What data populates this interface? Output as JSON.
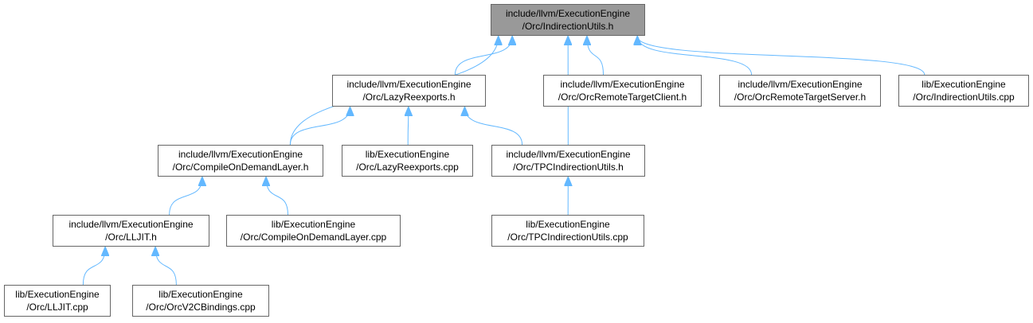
{
  "graph": {
    "root": {
      "line1": "include/llvm/ExecutionEngine",
      "line2": "/Orc/IndirectionUtils.h"
    },
    "nodes": {
      "lazy_reexports_h": {
        "line1": "include/llvm/ExecutionEngine",
        "line2": "/Orc/LazyReexports.h"
      },
      "orc_remote_target_client_h": {
        "line1": "include/llvm/ExecutionEngine",
        "line2": "/Orc/OrcRemoteTargetClient.h"
      },
      "orc_remote_target_server_h": {
        "line1": "include/llvm/ExecutionEngine",
        "line2": "/Orc/OrcRemoteTargetServer.h"
      },
      "indirection_utils_cpp": {
        "line1": "lib/ExecutionEngine",
        "line2": "/Orc/IndirectionUtils.cpp"
      },
      "compile_on_demand_layer_h": {
        "line1": "include/llvm/ExecutionEngine",
        "line2": "/Orc/CompileOnDemandLayer.h"
      },
      "lazy_reexports_cpp": {
        "line1": "lib/ExecutionEngine",
        "line2": "/Orc/LazyReexports.cpp"
      },
      "tpc_indirection_utils_h": {
        "line1": "include/llvm/ExecutionEngine",
        "line2": "/Orc/TPCIndirectionUtils.h"
      },
      "lljit_h": {
        "line1": "include/llvm/ExecutionEngine",
        "line2": "/Orc/LLJIT.h"
      },
      "compile_on_demand_layer_cpp": {
        "line1": "lib/ExecutionEngine",
        "line2": "/Orc/CompileOnDemandLayer.cpp"
      },
      "tpc_indirection_utils_cpp": {
        "line1": "lib/ExecutionEngine",
        "line2": "/Orc/TPCIndirectionUtils.cpp"
      },
      "lljit_cpp": {
        "line1": "lib/ExecutionEngine",
        "line2": "/Orc/LLJIT.cpp"
      },
      "orc_v2c_bindings_cpp": {
        "line1": "lib/ExecutionEngine",
        "line2": "/Orc/OrcV2CBindings.cpp"
      }
    },
    "edges": [
      {
        "from": "compile_on_demand_layer_h",
        "to": "root"
      },
      {
        "from": "lazy_reexports_h",
        "to": "root"
      },
      {
        "from": "tpc_indirection_utils_h",
        "to": "root"
      },
      {
        "from": "orc_remote_target_client_h",
        "to": "root"
      },
      {
        "from": "orc_remote_target_server_h",
        "to": "root"
      },
      {
        "from": "indirection_utils_cpp",
        "to": "root"
      },
      {
        "from": "compile_on_demand_layer_h",
        "to": "lazy_reexports_h"
      },
      {
        "from": "lazy_reexports_cpp",
        "to": "lazy_reexports_h"
      },
      {
        "from": "tpc_indirection_utils_h",
        "to": "lazy_reexports_h"
      },
      {
        "from": "lljit_h",
        "to": "compile_on_demand_layer_h"
      },
      {
        "from": "compile_on_demand_layer_cpp",
        "to": "compile_on_demand_layer_h"
      },
      {
        "from": "tpc_indirection_utils_cpp",
        "to": "tpc_indirection_utils_h"
      },
      {
        "from": "lljit_cpp",
        "to": "lljit_h"
      },
      {
        "from": "orc_v2c_bindings_cpp",
        "to": "lljit_h"
      }
    ],
    "colors": {
      "edge": "#63b8ff",
      "root_fill": "#999999",
      "node_border": "#666666"
    }
  }
}
